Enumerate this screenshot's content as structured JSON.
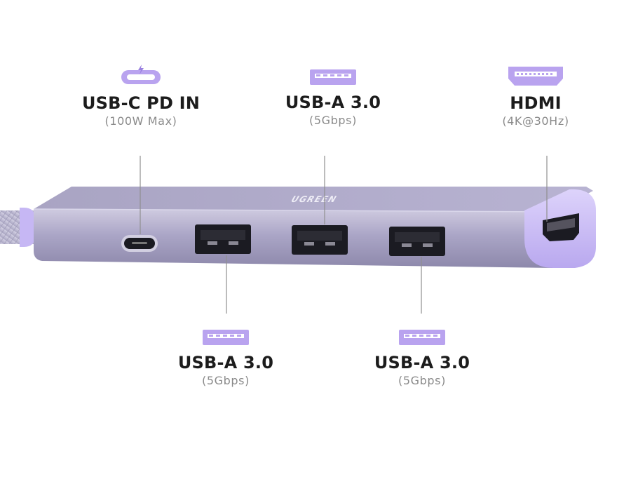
{
  "brand": {
    "logo_text": "UGREEN"
  },
  "ports": {
    "usb_c": {
      "name": "USB-C PD IN",
      "spec": "(100W Max)",
      "icon": "usb-c-icon"
    },
    "usb_a_top": {
      "name": "USB-A 3.0",
      "spec": "(5Gbps)",
      "icon": "usb-a-icon"
    },
    "hdmi": {
      "name": "HDMI",
      "spec": "(4K@30Hz)",
      "icon": "hdmi-icon"
    },
    "usb_a_bottom_left": {
      "name": "USB-A 3.0",
      "spec": "(5Gbps)",
      "icon": "usb-a-icon"
    },
    "usb_a_bottom_right": {
      "name": "USB-A 3.0",
      "spec": "(5Gbps)",
      "icon": "usb-a-icon"
    }
  },
  "colors": {
    "icon_fill": "#b9a3ef",
    "icon_dark": "#9a80e0",
    "hub_body": "#a49fc0",
    "hub_cap": "#cdbff5",
    "text_dark": "#1c1c1c",
    "text_muted": "#8a8a8a"
  }
}
